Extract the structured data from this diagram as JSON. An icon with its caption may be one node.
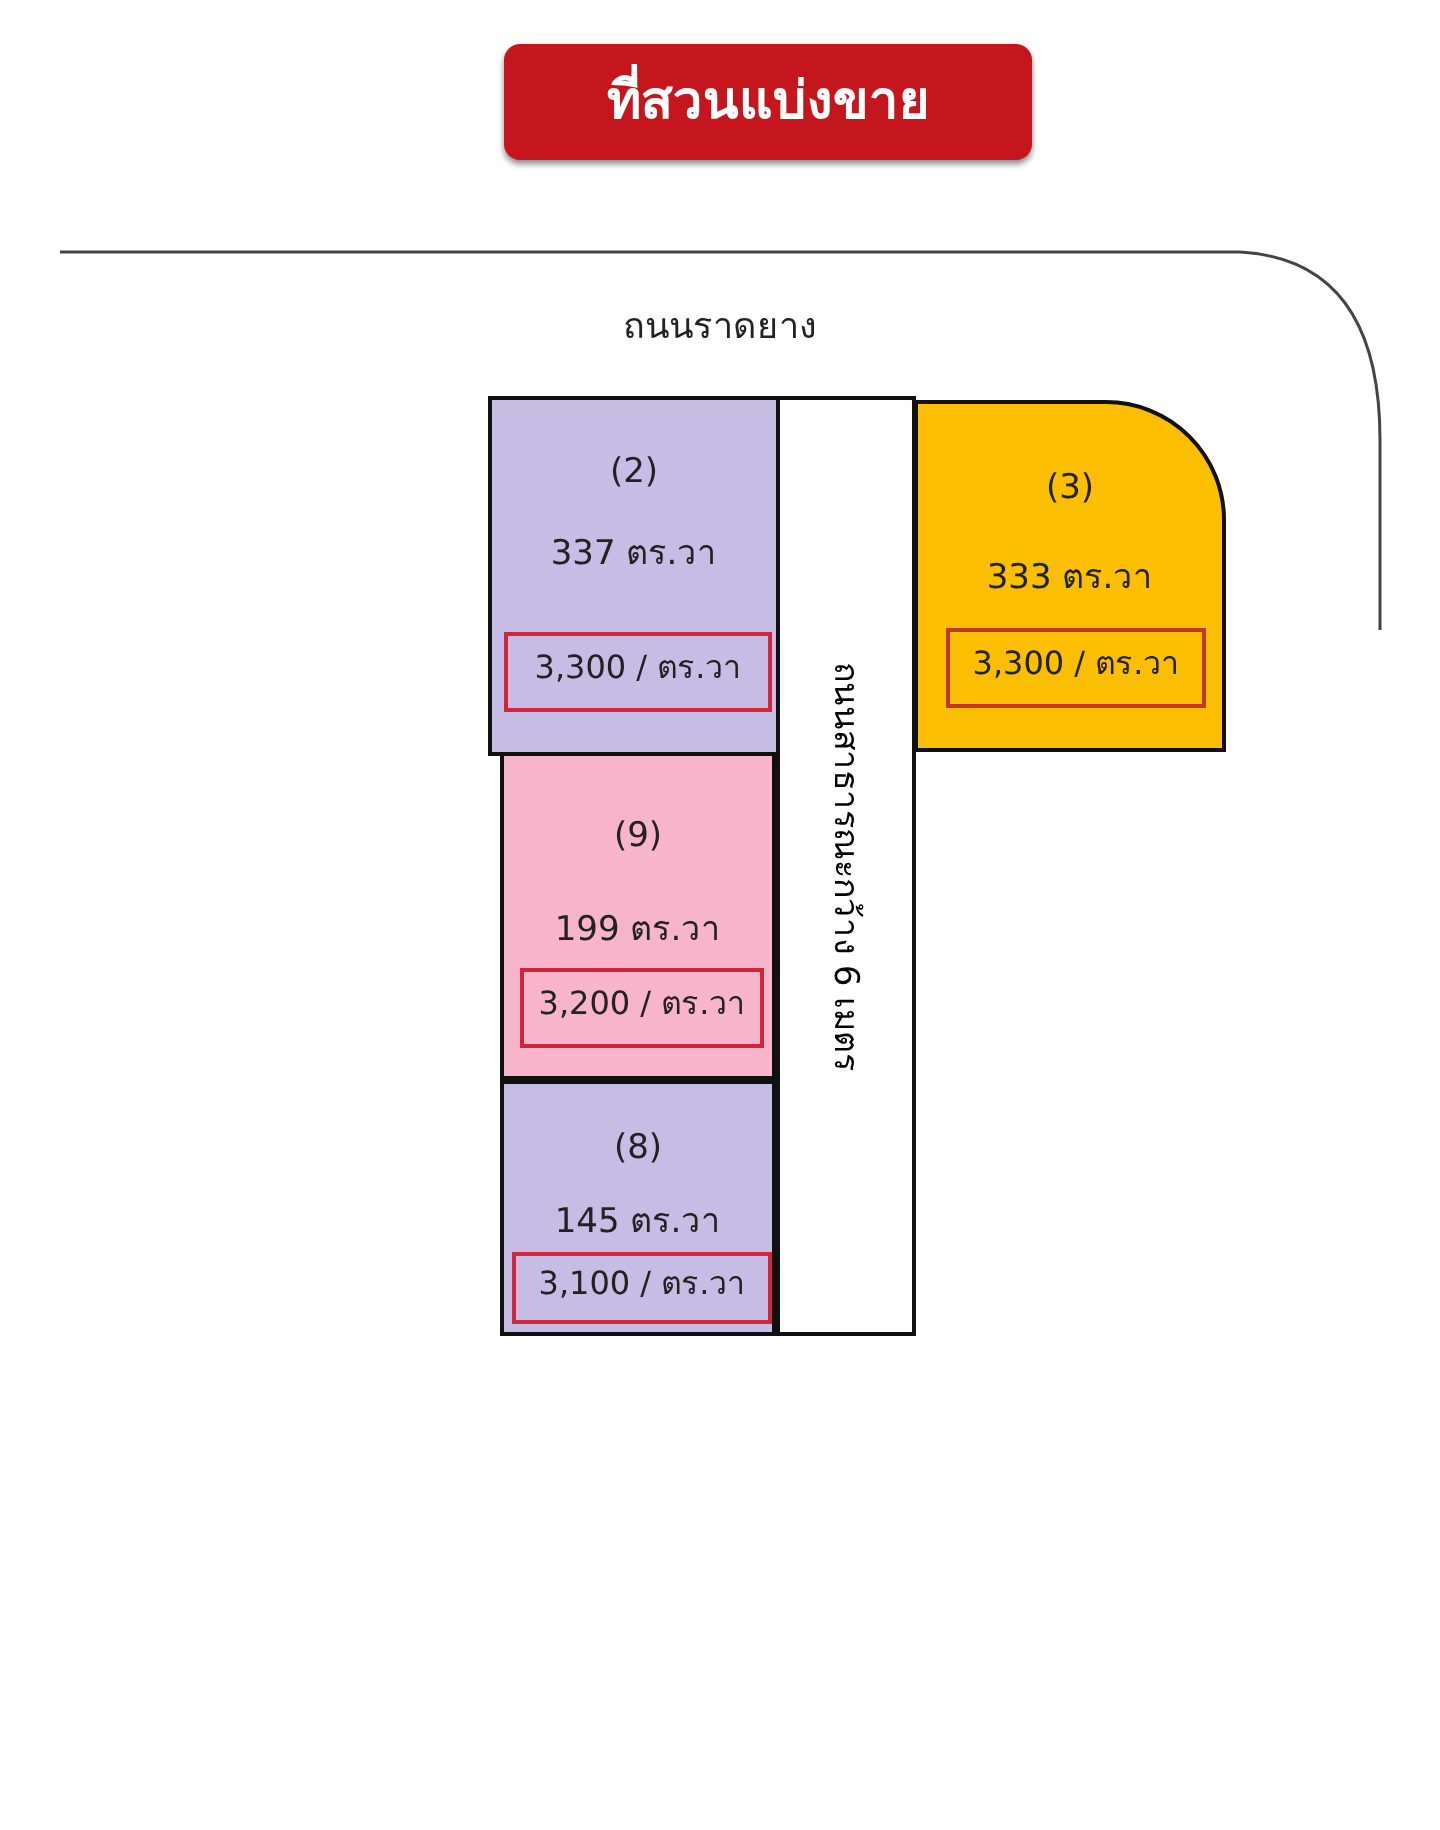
{
  "diagram": {
    "title": "ที่สวนแบ่งขาย",
    "nodes": [
      {
        "text": [
          "(2)",
          "337 ตร.วา"
        ]
      },
      {
        "text": [
          "3,300 / ตร.วา"
        ],
        "in": 0
      },
      {
        "text": [
          "(3)",
          "333 ตร.วา"
        ]
      },
      {
        "text": [
          "3,300 / ตร.วา"
        ],
        "in": 2
      },
      {
        "text": [
          "(9)",
          "199 ตร.วา"
        ]
      },
      {
        "text": [
          "3,200 / ตร.วา"
        ],
        "in": 4
      },
      {
        "text": [
          "(8)",
          "145 ตร.วา"
        ]
      },
      {
        "text": [
          "3,100 / ตร.วา"
        ],
        "in": 6
      },
      {
        "text": [
          "ถนนสาธารณะกว้าง 6 เมตร"
        ]
      }
    ],
    "edges": [],
    "labels": [
      "ถนนราดยาง"
    ]
  }
}
